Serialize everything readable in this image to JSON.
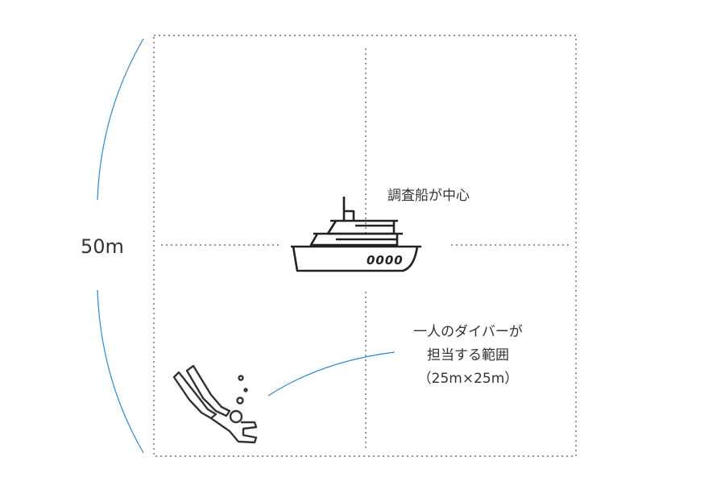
{
  "dimension_label": "50m",
  "ship_label": "調査船が中心",
  "ship_hull_marking": "0000",
  "diver_label": {
    "line1": "一人のダイバーが",
    "line2": "担当する範囲",
    "line3": "（25m×25m）"
  },
  "colors": {
    "accent": "#2a8ad0",
    "grid": "#555555",
    "icon": "#222222"
  }
}
